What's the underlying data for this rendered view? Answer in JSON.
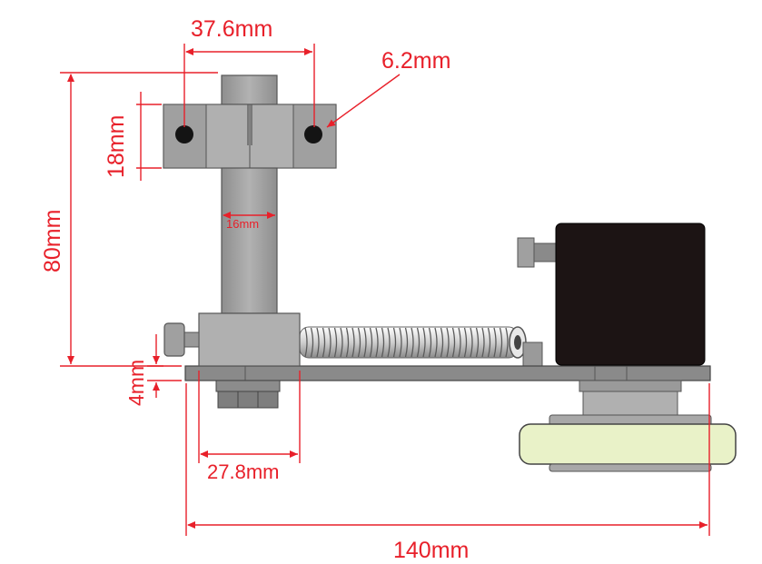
{
  "diagram": {
    "dimensions": {
      "clamp_hole_spacing": "37.6mm",
      "hole_diameter": "6.2mm",
      "clamp_height": "18mm",
      "post_width": "16mm",
      "overall_height": "80mm",
      "base_thickness": "4mm",
      "mount_width": "27.8mm",
      "overall_length": "140mm"
    },
    "colors": {
      "dimension": "#e8202a",
      "metal": "#a4a4a4",
      "metal_dark": "#7c7c7c",
      "outline": "#555555",
      "motor": "#1c1414",
      "wheel": "#e9f2c8"
    }
  }
}
